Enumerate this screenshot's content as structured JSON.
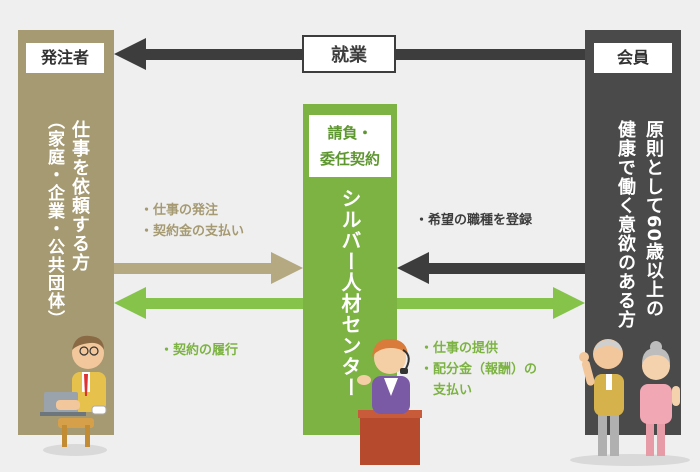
{
  "colors": {
    "client": "#a69a72",
    "center": "#7cb342",
    "member": "#4a4a4a",
    "background": "#efefef",
    "arrow_dark": "#3d3d3d",
    "arrow_tan": "#b5a982",
    "arrow_green": "#86c34a",
    "text_tan": "#a69a72",
    "text_green": "#7cb342",
    "text_dark": "#3d3d3d"
  },
  "top_arrow": {
    "label": "就業"
  },
  "client": {
    "tag": "発注者",
    "desc_main": "仕事を依頼する方",
    "desc_sub": "（家庭・企業・公共団体）"
  },
  "center": {
    "tag_line1": "請負・",
    "tag_line2": "委任契約",
    "name": "シルバー人材センター"
  },
  "member": {
    "tag": "会員",
    "desc_line1": "原則として60歳以上の",
    "desc_line2": "健康で働く意欲のある方"
  },
  "flows": {
    "client_to_center": [
      "・仕事の発注",
      "・契約金の支払い"
    ],
    "member_to_center": [
      "・希望の職種を登録"
    ],
    "center_to_client": [
      "・契約の履行"
    ],
    "center_to_member": [
      "・仕事の提供",
      "・配分金（報酬）の",
      "　支払い"
    ]
  },
  "icons": [
    "man-laptop-illustration",
    "operator-woman-illustration",
    "elderly-couple-illustration"
  ]
}
